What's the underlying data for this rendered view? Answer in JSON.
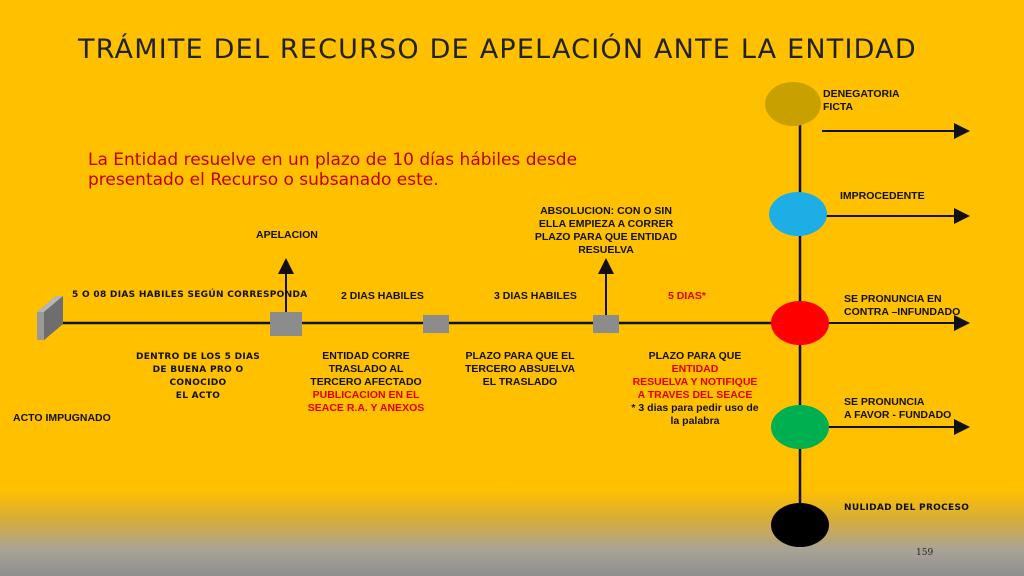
{
  "title": "TRÁMITE DEL RECURSO DE APELACIÓN ANTE LA ENTIDAD",
  "subtitle": "La Entidad resuelve en un plazo de 10 días hábiles desde presentado el Recurso o subsanado este.",
  "labels": {
    "apelacion": "APELACION",
    "absolucion": "ABSOLUCION: CON O SIN ELLA EMPIEZA A CORRER PLAZO PARA QUE ENTIDAD RESUELVA",
    "cinco_o_08": "5 O 08  DIAS HABILES SEGÚN CORRESPONDA",
    "dos_dias": "2 DIAS HABILES",
    "tres_dias": "3 DIAS HABILES",
    "cinco_dias": "5 DIAS*",
    "dentro_1": "DENTRO DE LOS 5 DIAS",
    "dentro_2": "DE  BUENA PRO O",
    "dentro_3": "CONOCIDO",
    "dentro_4": "EL ACTO",
    "acto_impugnado": "ACTO IMPUGNADO",
    "entidad_corre_1": "ENTIDAD CORRE",
    "entidad_corre_2": "TRASLADO AL",
    "entidad_corre_3": "TERCERO AFECTADO",
    "entidad_corre_4": "PUBLICACION EN EL",
    "entidad_corre_5": "SEACE R.A. Y ANEXOS",
    "plazo_tercero_1": "PLAZO PARA QUE EL",
    "plazo_tercero_2": "TERCERO ABSUELVA",
    "plazo_tercero_3": "EL TRASLADO",
    "plazo_entidad_1": "PLAZO PARA QUE",
    "plazo_entidad_2": "ENTIDAD",
    "plazo_entidad_3": "RESUELVA Y NOTIFIQUE",
    "plazo_entidad_4": "A TRAVES DEL SEACE",
    "plazo_entidad_5": "* 3 dias para pedir uso de",
    "plazo_entidad_6": "la palabra"
  },
  "outcomes": [
    {
      "label_1": "DENEGATORIA",
      "label_2": "FICTA",
      "color": "#c8a000"
    },
    {
      "label_1": "IMPROCEDENTE",
      "label_2": "",
      "color": "#1eaee6"
    },
    {
      "label_1": "SE PRONUNCIA EN",
      "label_2": "CONTRA –INFUNDADO",
      "color": "#ff0000"
    },
    {
      "label_1": "SE PRONUNCIA",
      "label_2": "A FAVOR - FUNDADO",
      "color": "#00b050"
    },
    {
      "label_1": "NULIDAD DEL PROCESO",
      "label_2": "",
      "color": "#000000"
    }
  ],
  "page_number": "159",
  "colors": {
    "background": "#ffc000",
    "accent_red": "#c00000",
    "box_gray": "#8c8c8c"
  }
}
